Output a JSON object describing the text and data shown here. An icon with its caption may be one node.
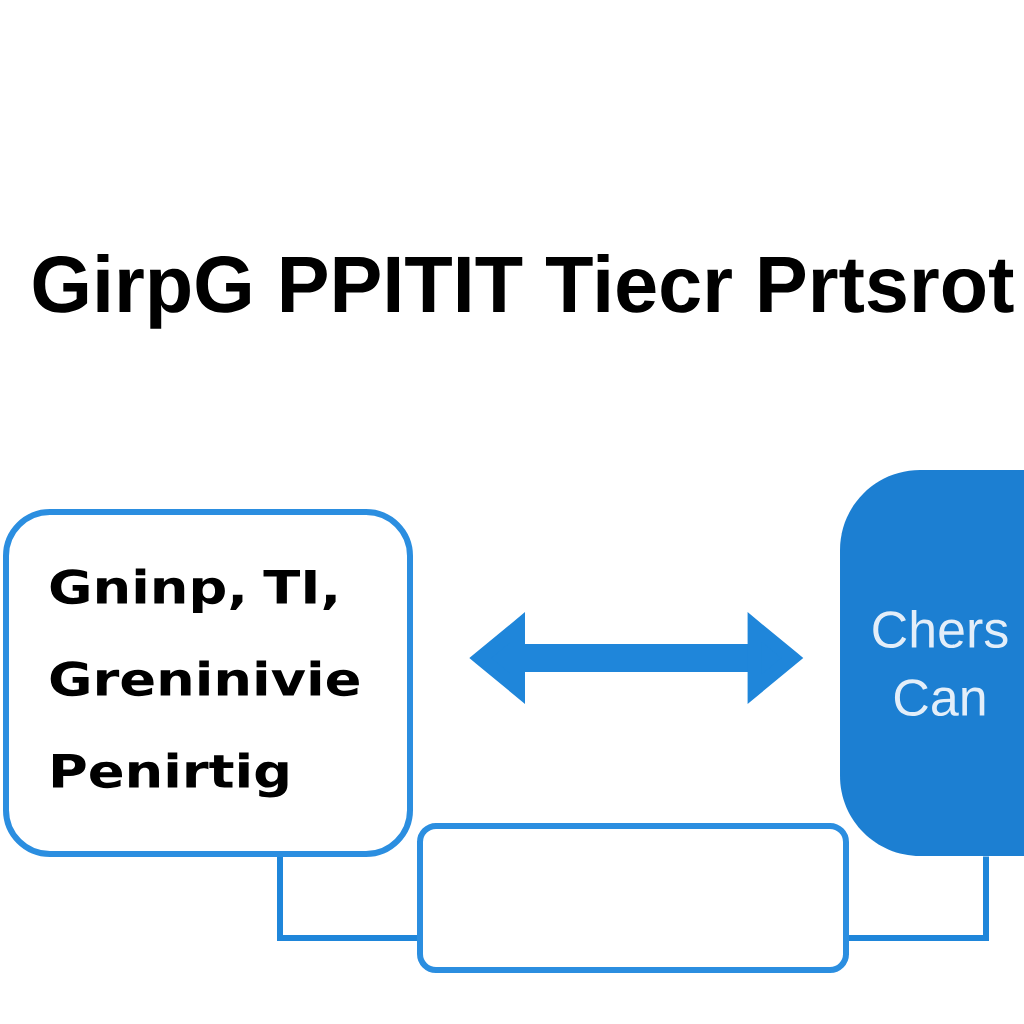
{
  "diagram": {
    "title": "GirpG PPITIT Tiecr Prtsrot",
    "nodes": [
      {
        "text": [
          "Gninp, TI, Greninivie Penirtig"
        ]
      },
      {
        "text": [
          "Chers Can"
        ]
      },
      {
        "text": [],
        "shape": "box"
      }
    ],
    "edges": [
      {
        "from": 0,
        "to": 1,
        "arrow": "both",
        "style": "thick"
      },
      {
        "from": 0,
        "to": 2,
        "arrow": "none"
      },
      {
        "from": 1,
        "to": 2,
        "arrow": "none"
      }
    ]
  }
}
